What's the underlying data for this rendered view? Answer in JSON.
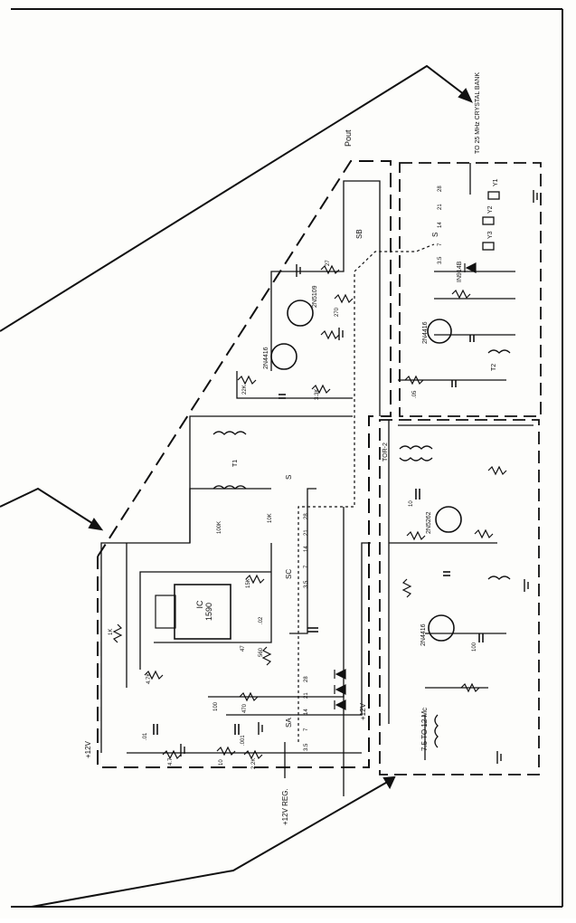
{
  "schematic": {
    "outputs": {
      "pout": "Pout",
      "crystal": "TO 25 MHz CRYSTAL BANK"
    },
    "supplies": {
      "plus12v_left": "+12V",
      "plus12v_reg": "+12V REG.",
      "plus12v_mid": "+12V",
      "vco_range": "7.5 TO 12 Mc"
    },
    "ic": {
      "label": "IC",
      "part": "1590"
    },
    "transistors": {
      "jfet_top": "2N4416",
      "jfet_bottom": "2N4416",
      "jfet_crystal": "2N4416",
      "bjt_mid": "2N5262",
      "bjt_top": "2N5109"
    },
    "diodes": {
      "crystal_diode": "IN914B"
    },
    "switches": {
      "s1": "S",
      "s2": "S",
      "sa": "SA",
      "sb": "SB",
      "sc": "SC"
    },
    "coils": {
      "t1": "T1",
      "t2": "T2",
      "toroid": "TOR-2"
    },
    "crystals": {
      "y1": "Y1",
      "y2": "Y2",
      "y3": "Y3"
    },
    "component_values": {
      "r_1k": "1K",
      "r_15k": "15K",
      "r_10k": "10K",
      "r_47": "47",
      "r_4_7k": "4.7K",
      "r_100": "100",
      "r_270": "270",
      "r_560": "560",
      "r_22k": "22K",
      "r_100k": "100K",
      "r_2_2k": "2.2K",
      "r_3_3k": "3.3K",
      "r_470": "470",
      "r_27": "27",
      "r_4_7": "4.7",
      "r_10": "10",
      "c_01": ".01",
      "c_001": ".001",
      "c_02": ".02",
      "c_05": ".05",
      "c_10uf": "10",
      "c_100": "100"
    },
    "band_labels": {
      "b1": "3.5",
      "b2": "7",
      "b3": "14",
      "b4": "21",
      "b5": "28",
      "b6": "3.5",
      "b7": "7",
      "b8": "14",
      "b9": "21",
      "b10": "28",
      "b11": "3.5",
      "b12": "7",
      "b13": "14",
      "b14": "21",
      "b15": "28"
    }
  }
}
